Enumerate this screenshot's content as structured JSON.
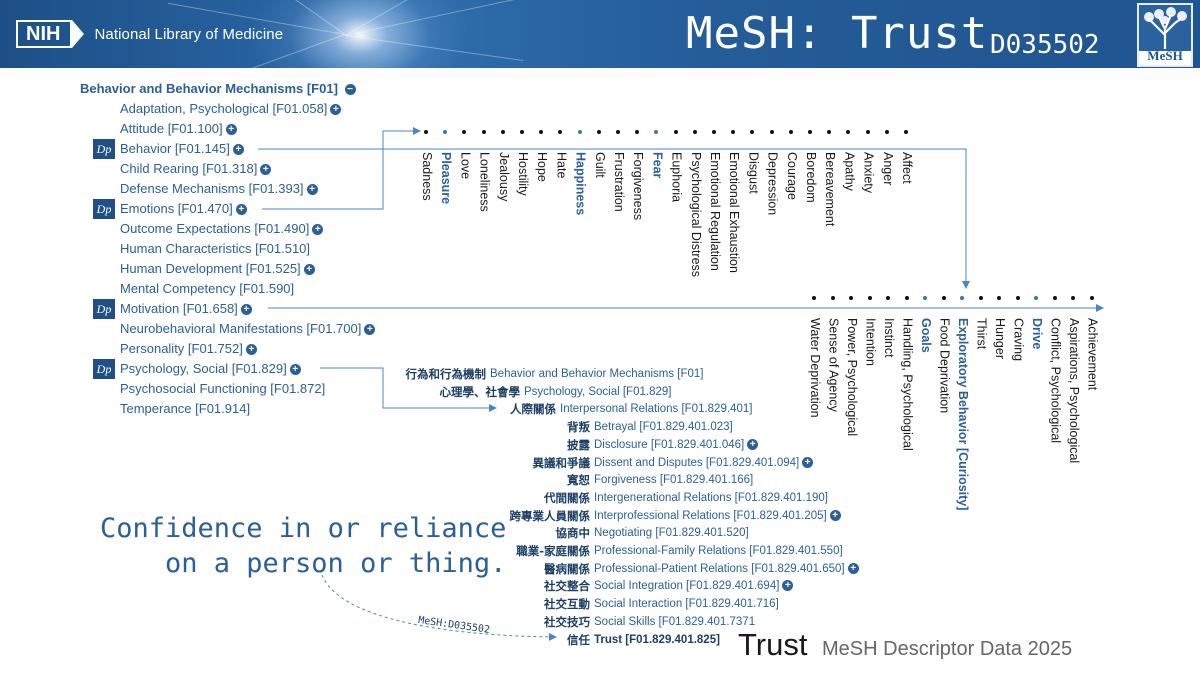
{
  "header": {
    "nih_logo": "NIH",
    "nih_name": "National Library of Medicine",
    "title": "MeSH: Trust",
    "descriptor_id": "D035502",
    "mesh_logo": "MeSH"
  },
  "tree": {
    "root": "Behavior and Behavior Mechanisms [F01]",
    "items": [
      {
        "label": "Adaptation, Psychological [F01.058]",
        "plus": true
      },
      {
        "label": "Attitude [F01.100]",
        "plus": true
      },
      {
        "label": "Behavior [F01.145]",
        "plus": true
      },
      {
        "label": "Child Rearing [F01.318]",
        "plus": true
      },
      {
        "label": "Defense Mechanisms [F01.393]",
        "plus": true
      },
      {
        "label": "Emotions [F01.470]",
        "plus": true
      },
      {
        "label": "Outcome Expectations [F01.490]",
        "plus": true
      },
      {
        "label": "Human Characteristics [F01.510]",
        "plus": false
      },
      {
        "label": "Human Development [F01.525]",
        "plus": true
      },
      {
        "label": "Mental Competency [F01.590]",
        "plus": false
      },
      {
        "label": "Motivation [F01.658]",
        "plus": true
      },
      {
        "label": "Neurobehavioral Manifestations [F01.700]",
        "plus": true
      },
      {
        "label": "Personality [F01.752]",
        "plus": true
      },
      {
        "label": "Psychology, Social [F01.829]",
        "plus": true
      },
      {
        "label": "Psychosocial Functioning [F01.872]",
        "plus": false
      },
      {
        "label": "Temperance [F01.914]",
        "plus": false
      }
    ],
    "dp_badge": "Dp"
  },
  "emotions": [
    "Sadness",
    "Pleasure",
    "Love",
    "Loneliness",
    "Jealousy",
    "Hostility",
    "Hope",
    "Hate",
    "Happiness",
    "Guilt",
    "Frustration",
    "Forgiveness",
    "Fear",
    "Euphoria",
    "Psychological Distress",
    "Emotional Regulation",
    "Emotional Exhaustion",
    "Disgust",
    "Depression",
    "Courage",
    "Boredom",
    "Bereavement",
    "Apathy",
    "Anxiety",
    "Anger",
    "Affect"
  ],
  "emotions_blue": [
    "Pleasure",
    "Happiness",
    "Fear"
  ],
  "motivation": [
    "Water Deprivation",
    "Sense of Agency",
    "Power, Psychological",
    "Intention",
    "Instinct",
    "Handling, Psychological",
    "Goals",
    "Food Deprivation",
    "Exploratory Behavior [Curiosity]",
    "Thirst",
    "Hunger",
    "Craving",
    "Drive",
    "Conflict, Psychological",
    "Aspirations, Psychological",
    "Achievement"
  ],
  "motivation_blue": [
    "Goals",
    "Exploratory Behavior [Curiosity]",
    "Drive"
  ],
  "hierarchy": [
    {
      "zh": "行為和行為機制",
      "en": "Behavior and Behavior Mechanisms [F01]",
      "plus": false
    },
    {
      "zh": "心理學、社會學",
      "en": "Psychology, Social [F01.829]",
      "plus": false
    },
    {
      "zh": "人際關係",
      "en": "Interpersonal Relations [F01.829.401]",
      "plus": false
    },
    {
      "zh": "背叛",
      "en": "Betrayal [F01.829.401.023]",
      "plus": false
    },
    {
      "zh": "披露",
      "en": "Disclosure [F01.829.401.046]",
      "plus": true
    },
    {
      "zh": "異議和爭議",
      "en": "Dissent and Disputes [F01.829.401.094]",
      "plus": true
    },
    {
      "zh": "寬恕",
      "en": "Forgiveness [F01.829.401.166]",
      "plus": false
    },
    {
      "zh": "代間關係",
      "en": "Intergenerational Relations [F01.829.401.190]",
      "plus": false
    },
    {
      "zh": "跨專業人員關係",
      "en": "Interprofessional Relations [F01.829.401.205]",
      "plus": true
    },
    {
      "zh": "協商中",
      "en": "Negotiating [F01.829.401.520]",
      "plus": false
    },
    {
      "zh": "職業-家庭關係",
      "en": "Professional-Family Relations [F01.829.401.550]",
      "plus": false
    },
    {
      "zh": "醫病關係",
      "en": "Professional-Patient Relations [F01.829.401.650]",
      "plus": true
    },
    {
      "zh": "社交整合",
      "en": "Social Integration [F01.829.401.694]",
      "plus": true
    },
    {
      "zh": "社交互動",
      "en": "Social Interaction [F01.829.401.716]",
      "plus": false
    },
    {
      "zh": "社交技巧",
      "en": "Social Skills [F01.829.401.7371",
      "plus": false
    },
    {
      "zh": "信任",
      "en": "Trust [F01.829.401.825]",
      "plus": false
    }
  ],
  "definition": {
    "line1": "Confidence in or reliance",
    "line2": "on a person or thing.",
    "tag": "MeSH:D035502"
  },
  "footer": {
    "term": "Trust",
    "source": "MeSH Descriptor Data 2025"
  },
  "colors": {
    "header_bg": "#1f5590",
    "link_blue": "#2b5f9a",
    "arrow_blue": "#4a86c8"
  }
}
